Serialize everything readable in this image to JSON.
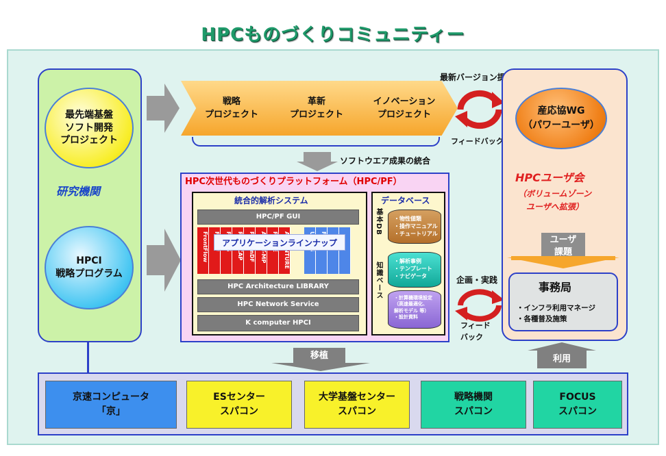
{
  "title": "HPCものづくりコミュニティー",
  "left": {
    "circle1": "最先端基盤\nソフト開発\nプロジェクト",
    "label": "研究機関",
    "circle2": "HPCI\n戦略プログラム"
  },
  "projects": [
    {
      "label": "戦略\nプロジェクト"
    },
    {
      "label": "革新\nプロジェクト"
    },
    {
      "label": "イノベーション\nプロジェクト"
    }
  ],
  "top_right_label": "最新バージョン提供",
  "feedback_top": "フィードバック",
  "integration_label": "ソフトウエア成果の統合",
  "platform": {
    "title": "HPC次世代ものづくりプラットフォーム（HPC/PF）",
    "system_title": "統合的解析システム",
    "gui": "HPC/PF GUI",
    "app_lineup": "アプリケーションラインナップ",
    "apps_red": [
      "FrontFlow",
      "FrontF",
      "FrontS",
      "REVOCAP",
      "ProteinDF",
      "ABINIT-MP",
      "PHASE",
      "ADVENTURE"
    ],
    "apps_blue": [
      "UPACS",
      "FFB",
      "",
      ""
    ],
    "library": "HPC Architecture  LIBRARY",
    "network": "HPC Network Service",
    "computer": "K computer    HPCI",
    "db_title": "データベース",
    "db_basic_label": "基本DB",
    "db_basic_items": "・物性値類\n・操作マニュアル\n・チュートリアル",
    "db_knowledge_label": "知識ベース",
    "db_knowledge_items": "・解析事例\n・テンプレート\n・ナビゲータ",
    "db_third_items": "・計算機環境設定\n（高速最適化、\n解析モデル 等）\n・設計資料"
  },
  "right": {
    "wg": "産応協WG\n（パワーユーザ）",
    "users_title": "HPCユーザ会",
    "users_sub": "（ボリュームゾーン\n　ユーザへ拡張）",
    "issue": "ユーザ\n課題",
    "office_title": "事務局",
    "office_items": "・インフラ利用マネージ\n・各種普及施策"
  },
  "plan_label": "企画・実践",
  "feedback_mid": "フィード\nバック",
  "port_label": "移植",
  "use_label": "利用",
  "bottom": [
    {
      "label": "京速コンピュータ\n「京」",
      "color": "#3d8fee"
    },
    {
      "label": "ESセンター\nスパコン",
      "color": "#f8f12a"
    },
    {
      "label": "大学基盤センター\nスパコン",
      "color": "#f8f12a"
    },
    {
      "label": "戦略機関\nスパコン",
      "color": "#21d5a3"
    },
    {
      "label": "FOCUS\nスパコン",
      "color": "#21d5a3"
    }
  ]
}
